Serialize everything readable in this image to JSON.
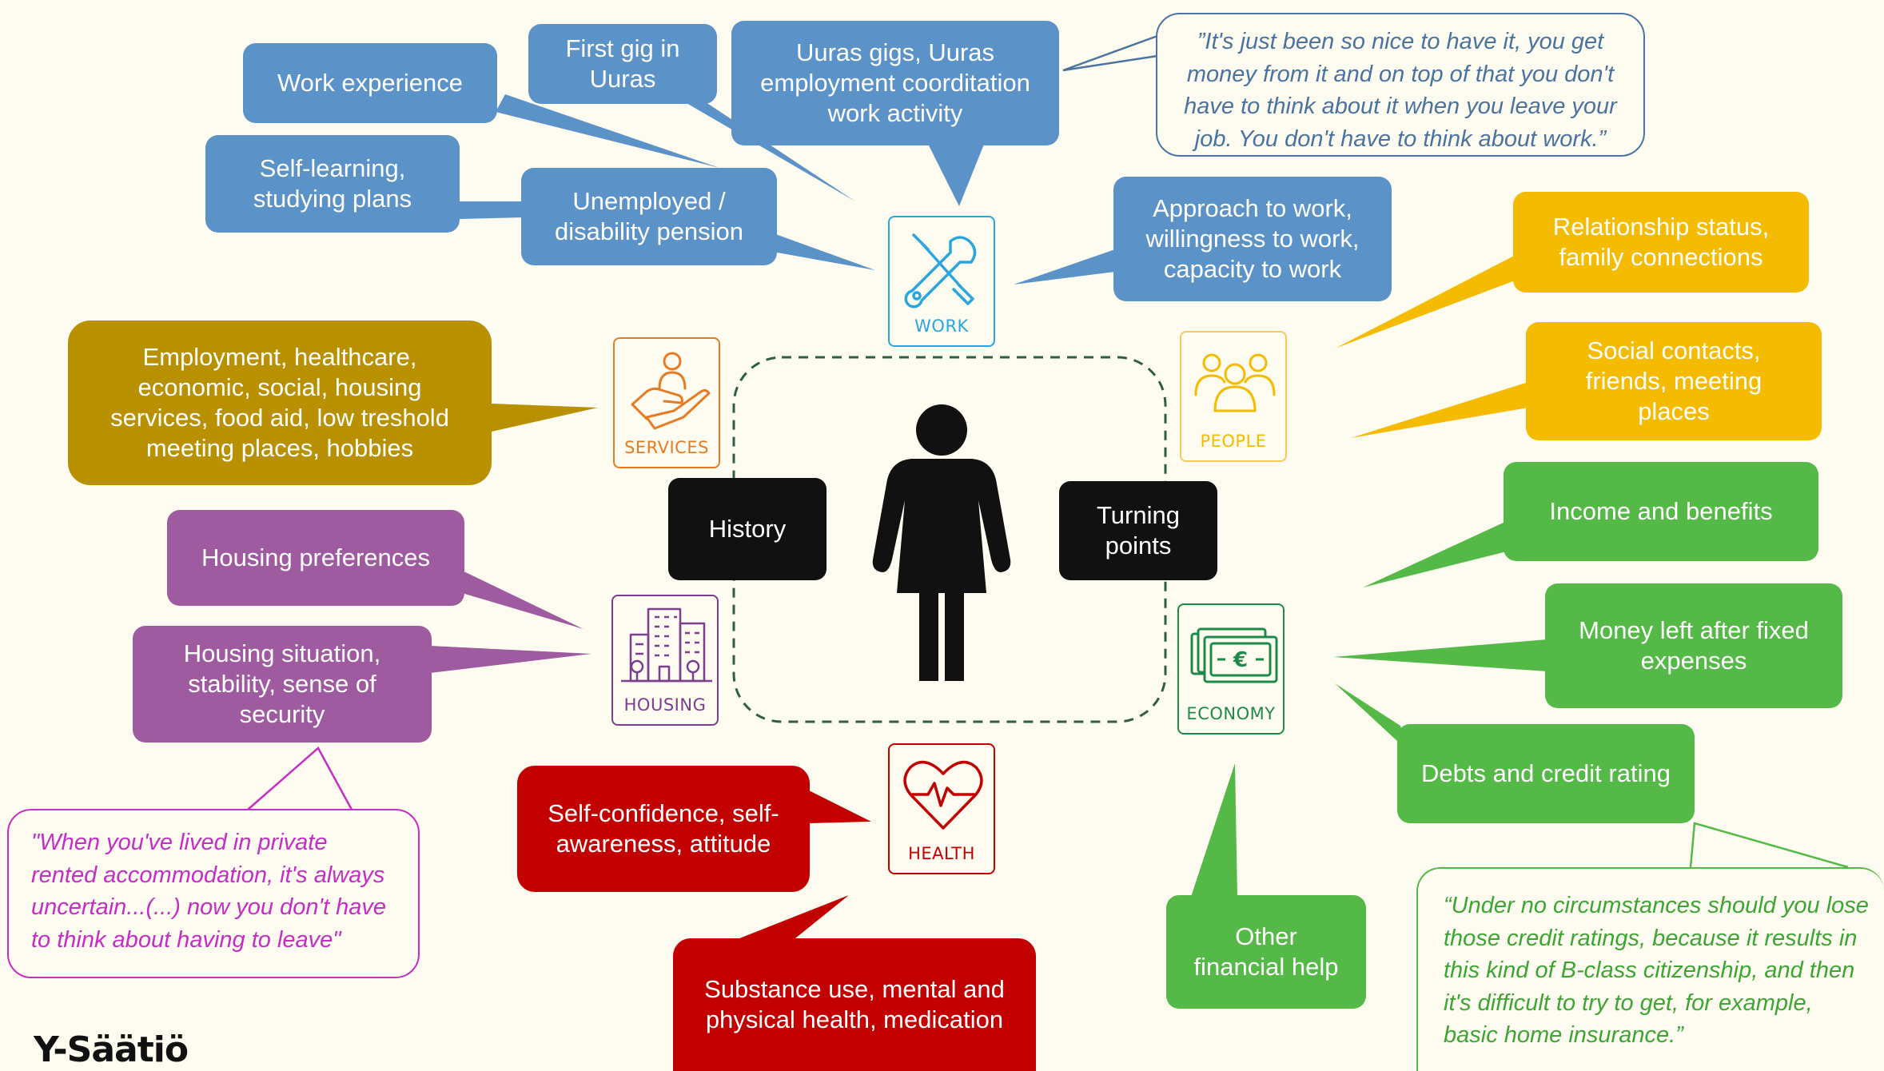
{
  "center": {
    "history": "History",
    "turning_points": "Turning points"
  },
  "categories": {
    "work": "WORK",
    "services": "SERVICES",
    "people": "PEOPLE",
    "housing": "HOUSING",
    "economy": "ECONOMY",
    "health": "HEALTH"
  },
  "work": {
    "work_experience": "Work experience",
    "first_gig": "First gig in\nUuras",
    "uuras_gigs": "Uuras gigs, Uuras\nemployment coorditation\nwork activity",
    "self_learning": "Self-learning,\nstudying plans",
    "unemployed": "Unemployed /\ndisability pension",
    "approach": "Approach to work,\nwillingness to work,\ncapacity to work",
    "quote": "”It's just been so nice to have it, you get\nmoney from it and on top of that you don't\nhave to think about it when you leave your\njob. You don't have to think about work.”"
  },
  "services": {
    "list": "Employment, healthcare,\neconomic, social, housing\nservices, food aid, low treshold\nmeeting places, hobbies"
  },
  "housing": {
    "preferences": "Housing preferences",
    "situation": "Housing situation,\nstability, sense of\nsecurity",
    "quote": "\"When you've lived in private\nrented accommodation, it's always\nuncertain...(...) now you don't have\nto think about having to leave\""
  },
  "people": {
    "relationship": "Relationship status,\nfamily connections",
    "social": "Social contacts,\nfriends, meeting\nplaces"
  },
  "economy": {
    "income": "Income and benefits",
    "money_left": "Money left after fixed\nexpenses",
    "debts": "Debts and credit rating",
    "other_help": "Other\nfinancial help",
    "quote": "“Under no circumstances should you lose\nthose credit ratings, because it results in\nthis kind of B-class citizenship, and then\nit's difficult to try to get, for example,\nbasic home insurance.”"
  },
  "health": {
    "self_confidence": "Self-confidence, self-\nawareness, attitude",
    "substance": "Substance use, mental and\nphysical health, medication"
  },
  "logo": "Y-Säätiö",
  "colors": {
    "background": "#fefcf0",
    "work_blue": "#5b92c8",
    "work_icon": "#29a6e0",
    "services_gold": "#b89000",
    "services_icon": "#e77b23",
    "housing_purple": "#9e5ba0",
    "housing_icon": "#7a3d8f",
    "people_yellow": "#f5bb00",
    "economy_green": "#55b947",
    "economy_icon": "#1e8a4a",
    "health_red": "#c20000",
    "quote_magenta": "#c42ec4",
    "dashed_border": "#2f5e47"
  }
}
